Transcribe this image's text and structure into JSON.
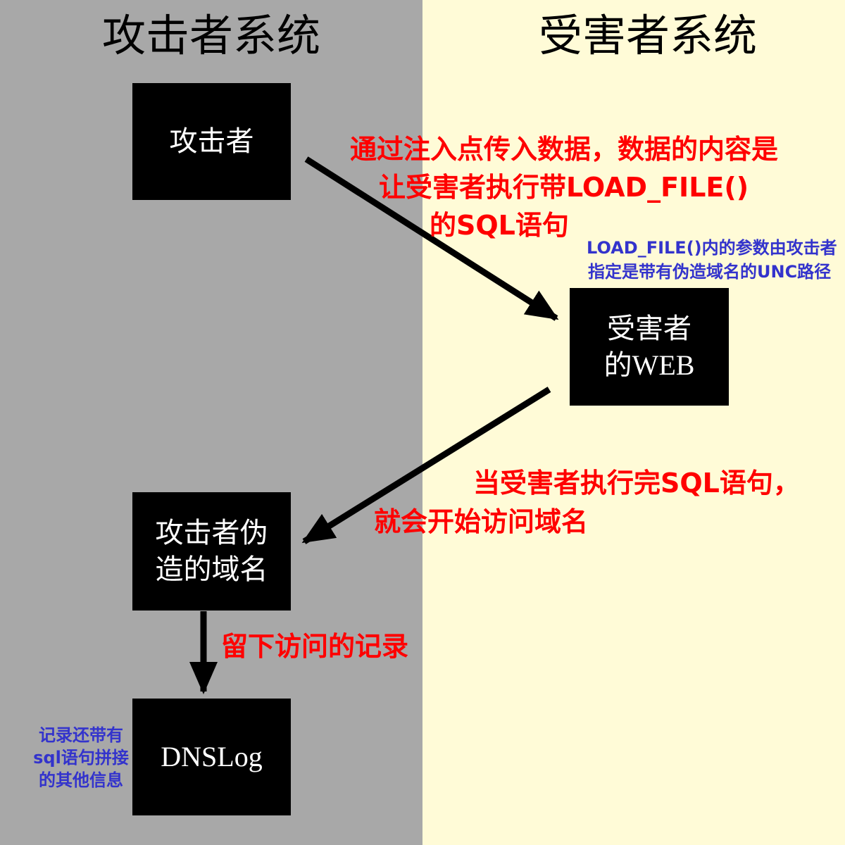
{
  "titles": {
    "left": "攻击者系统",
    "right": "受害者系统"
  },
  "nodes": {
    "attacker": {
      "label": "攻击者"
    },
    "victim_web": {
      "line1": "受害者",
      "line2": "的WEB"
    },
    "forged_domain": {
      "line1": "攻击者伪",
      "line2": "造的域名"
    },
    "dnslog": {
      "label": "DNSLog"
    }
  },
  "annotations": {
    "inject": {
      "line1": "通过注入点传入数据，数据的内容是",
      "line2": "让受害者执行带LOAD_FILE()",
      "line3": "的SQL语句"
    },
    "unc_note": {
      "line1": "LOAD_FILE()内的参数由攻击者",
      "line2": "指定是带有伪造域名的UNC路径"
    },
    "visit": {
      "line1": "当受害者执行完SQL语句，",
      "line2": "就会开始访问域名"
    },
    "record": {
      "text": "留下访问的记录"
    },
    "record_note": {
      "line1": "记录还带有",
      "line2": "sql语句拼接",
      "line3": "的其他信息"
    }
  },
  "colors": {
    "attacker_panel_bg": "#a8a8a8",
    "victim_panel_bg": "#fffbd7",
    "node_bg": "#000000",
    "node_text": "#ffffff",
    "red_annotation": "#ff0000",
    "blue_annotation": "#3333cc",
    "arrow": "#000000",
    "title_text": "#000000"
  }
}
